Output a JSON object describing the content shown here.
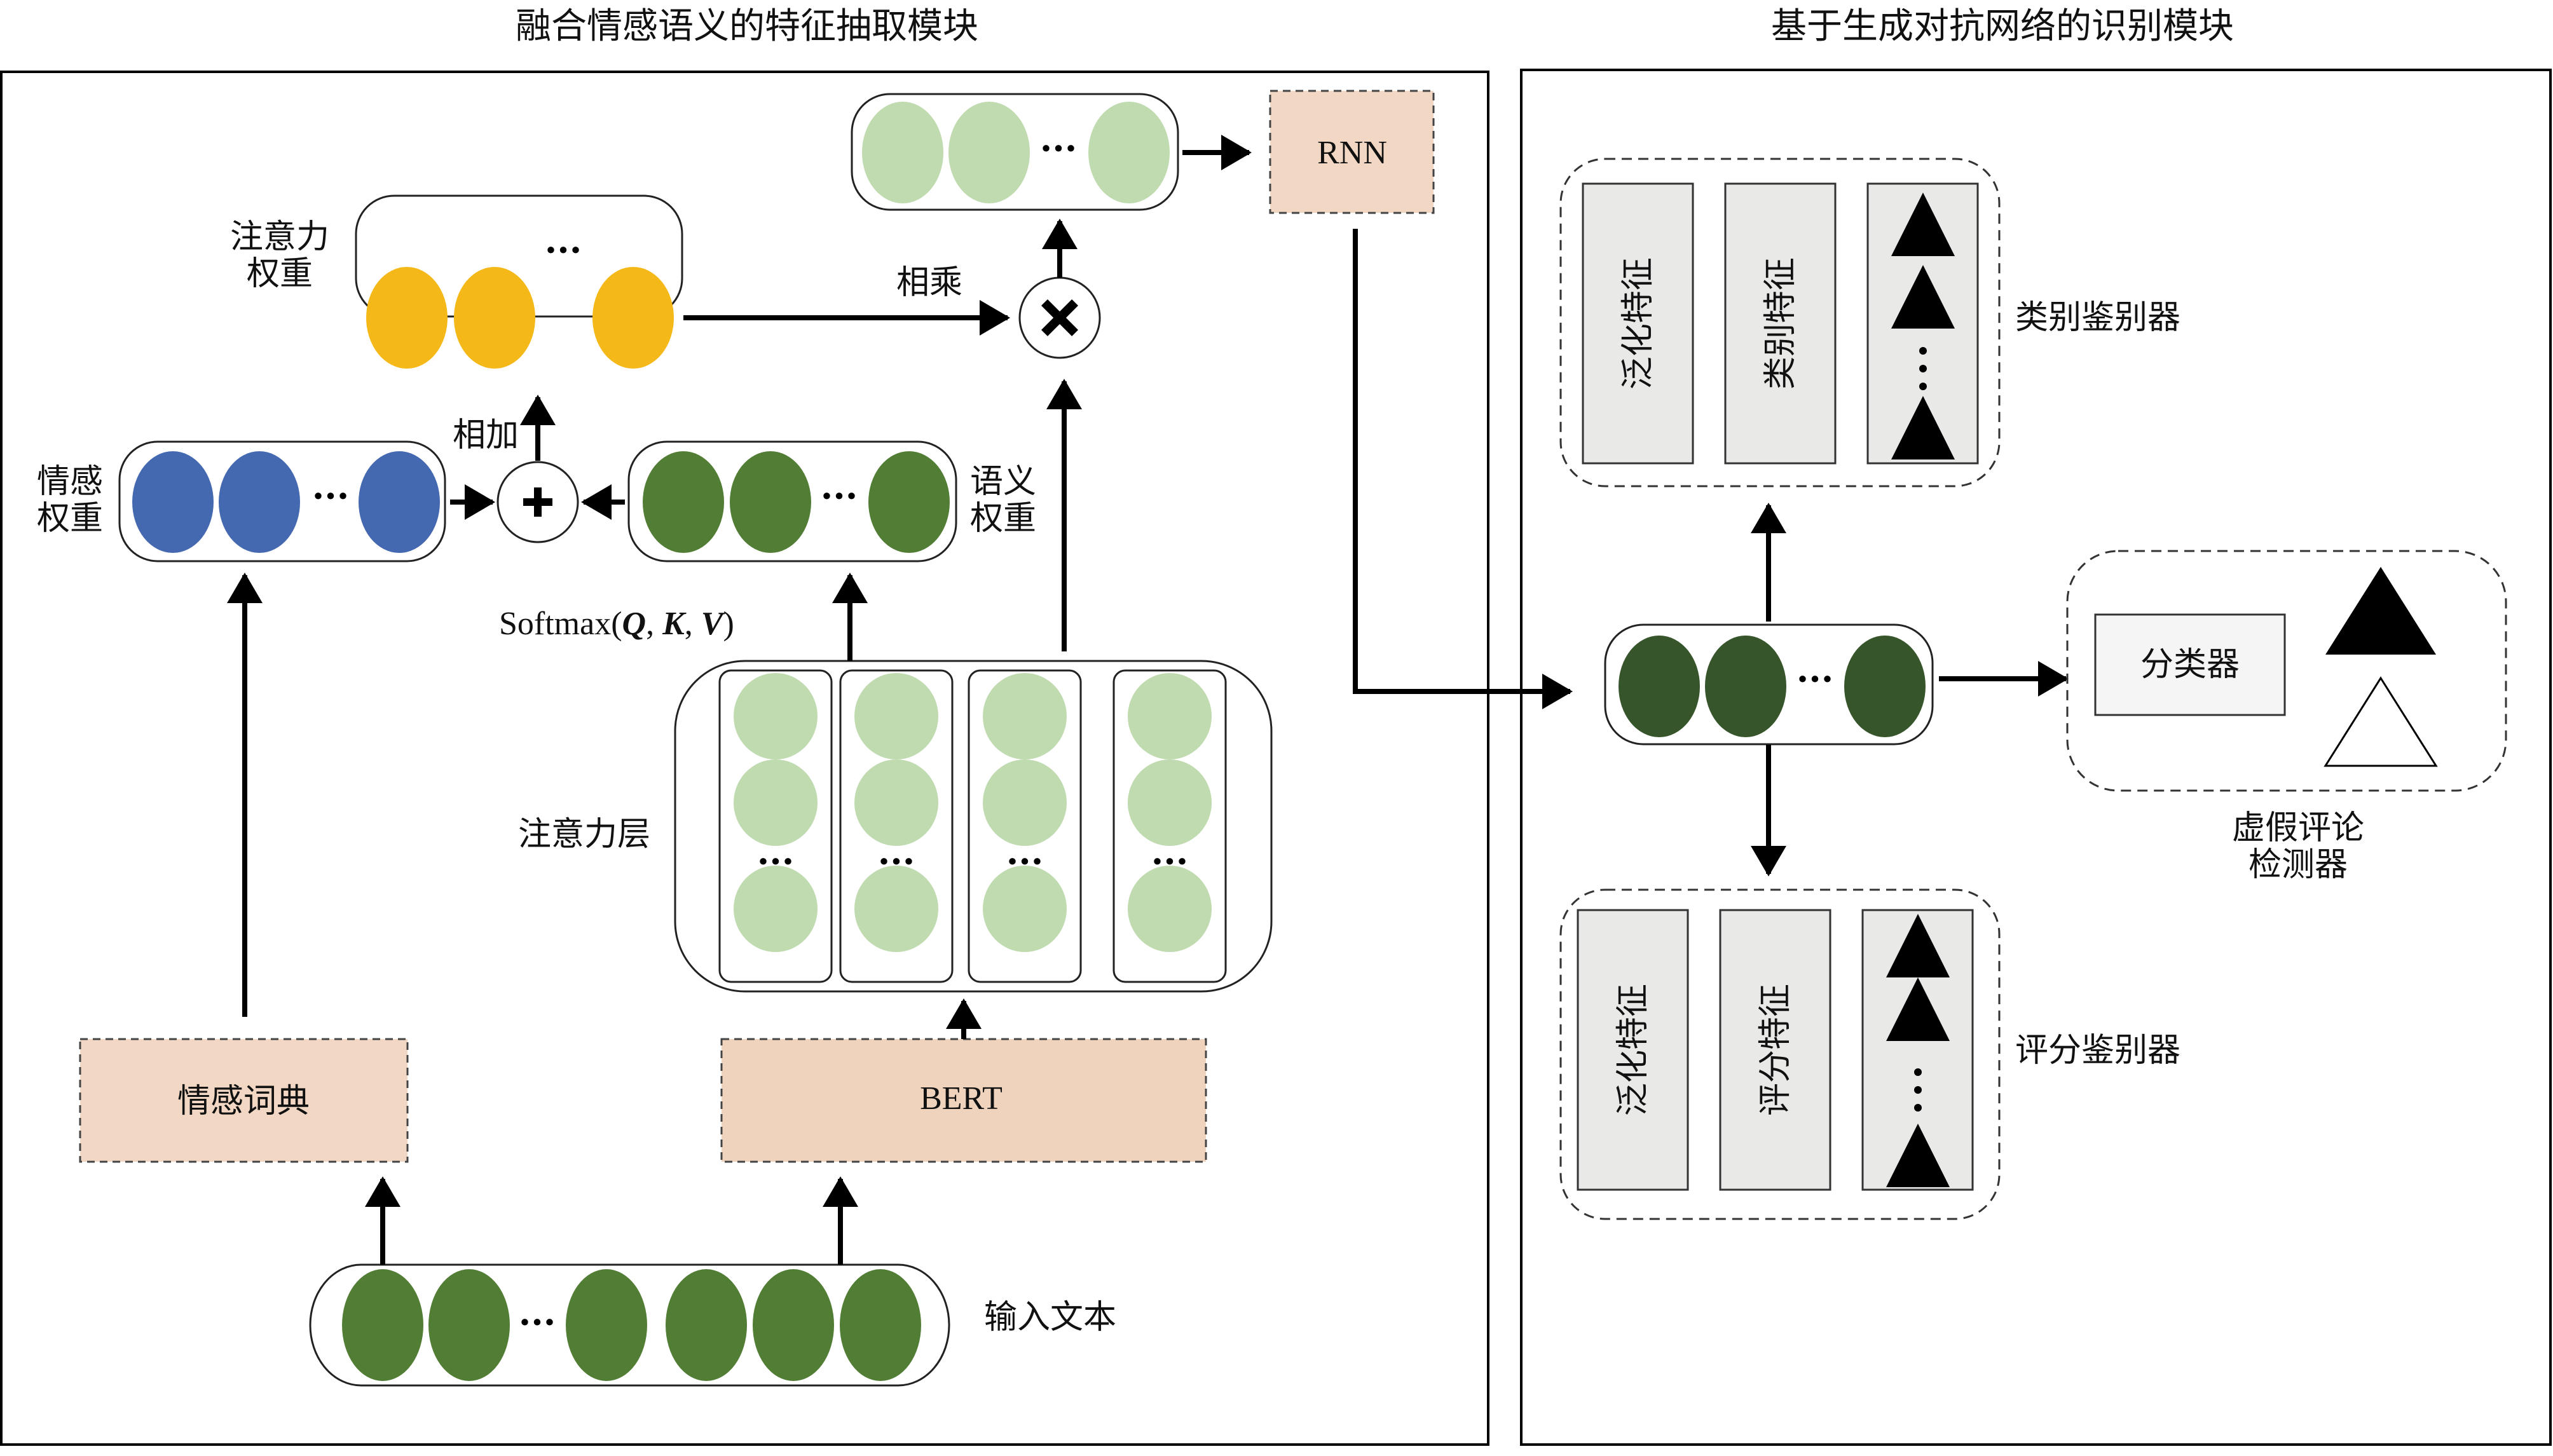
{
  "left_module": {
    "title": "融合情感语义的特征抽取模块",
    "input_text": {
      "label": "输入文本",
      "node_color": "#527d35",
      "dots": "···"
    },
    "sentiment_lexicon": {
      "label": "情感词典",
      "fill": "#f2d8c4"
    },
    "bert": {
      "label": "BERT",
      "fill": "#efd3bd"
    },
    "attention_layer": {
      "label": "注意力层",
      "node_color": "#c0dbb0",
      "columns": 4,
      "dots": "···"
    },
    "softmax_label": {
      "prefix": "Softmax(",
      "q": "Q",
      "sep1": ", ",
      "k": "K",
      "sep2": ", ",
      "v": "V",
      "suffix": ")"
    },
    "sentiment_weights": {
      "label_line1": "情感",
      "label_line2": "权重",
      "node_color": "#4469b0",
      "dots": "···"
    },
    "semantic_weights": {
      "label_line1": "语义",
      "label_line2": "权重",
      "node_color": "#527d35",
      "dots": "···"
    },
    "add_op": {
      "label": "相加",
      "symbol": "+"
    },
    "attention_weights": {
      "label_line1": "注意力",
      "label_line2": "权重",
      "node_color": "#f4b919",
      "dots": "···"
    },
    "multiply_op": {
      "label": "相乘",
      "symbol": "×"
    },
    "weighted_output": {
      "node_color": "#c0dbb0",
      "dots": "···"
    },
    "rnn": {
      "label": "RNN",
      "fill": "#f2d8c4"
    }
  },
  "right_module": {
    "title": "基于生成对抗网络的识别模块",
    "feature_vector": {
      "node_color": "#37552a",
      "dots": "···"
    },
    "category_discriminator": {
      "label": "类别鉴别器",
      "columns": [
        "泛化特征",
        "类别特征"
      ],
      "dots": "⋮"
    },
    "rating_discriminator": {
      "label": "评分鉴别器",
      "columns": [
        "泛化特征",
        "评分特征"
      ],
      "dots": "⋮"
    },
    "fake_review_detector": {
      "label_line1": "虚假评论",
      "label_line2": "检测器",
      "classifier_label": "分类器"
    }
  },
  "colors": {
    "arrow": "#000000",
    "panel_border": "#000000",
    "discriminator_column_fill": "#e9e9e8"
  }
}
